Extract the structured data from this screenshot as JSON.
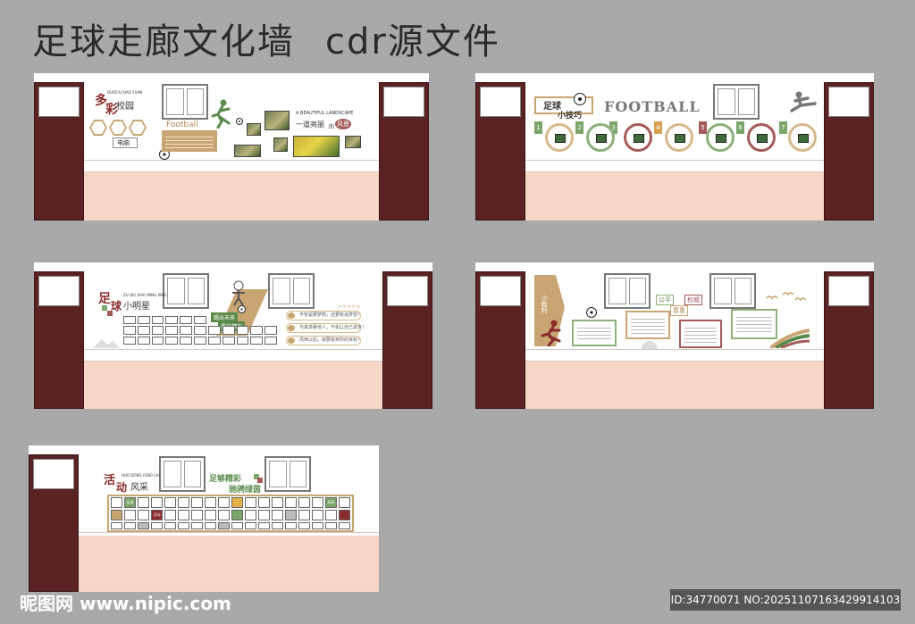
{
  "header": {
    "title_cn": "足球走廊文化墙",
    "title_format": "cdr源文件"
  },
  "panel1": {
    "heading_duo": "多",
    "heading_cai": "彩",
    "heading_xiaoyuan": "校园",
    "heading_en": "DUOCAI XIAO YUAN",
    "football_label": "Football",
    "computer_label": "电脑",
    "landscape_en": "A BEAUTIFUL LANDSCAPE",
    "landscape_cn": "一道亮丽",
    "landscape_de": "的",
    "landscape_feng": "风景"
  },
  "panel2": {
    "heading_zuqiu": "足球",
    "heading_xiaojiqiao": "小技巧",
    "football_big": "FOOTBALL",
    "numbers": [
      "1",
      "2",
      "3",
      "4",
      "5",
      "6",
      "7"
    ]
  },
  "panel3": {
    "heading_zu": "足",
    "heading_qiu": "球",
    "heading_star": "小明星",
    "heading_en": "ZU QIU XIAO MING XING",
    "ribbon1": "踢出未来",
    "ribbon2": "勇往精彩",
    "tips": [
      "不管是要梦想，还要有追梦想！",
      "与其羡慕他人，不如让自己进步！",
      "风雨以后，就要看到你的目标！"
    ]
  },
  "panel4": {
    "title_small": "小裁判",
    "hex_labels": [
      "公平",
      "权威",
      "尊重"
    ]
  },
  "panel5": {
    "heading_huo": "活",
    "heading_dong": "动",
    "heading_fengcai": "风采",
    "heading_en": "HUO DONG FENG CAI",
    "slogan1": "足够精彩",
    "slogan2": "驰骋绿茵",
    "cells": [
      "足球",
      "活动",
      "风采"
    ]
  },
  "watermark": {
    "left": "昵图网 www.nipic.com",
    "right": "ID:34770071 NO:20251107163429914103"
  },
  "colors": {
    "door": "#5b2223",
    "floor": "#f6d6c6",
    "accent_green": "#5a8a4a",
    "accent_red": "#8b2c2c",
    "accent_tan": "#b28a55"
  }
}
